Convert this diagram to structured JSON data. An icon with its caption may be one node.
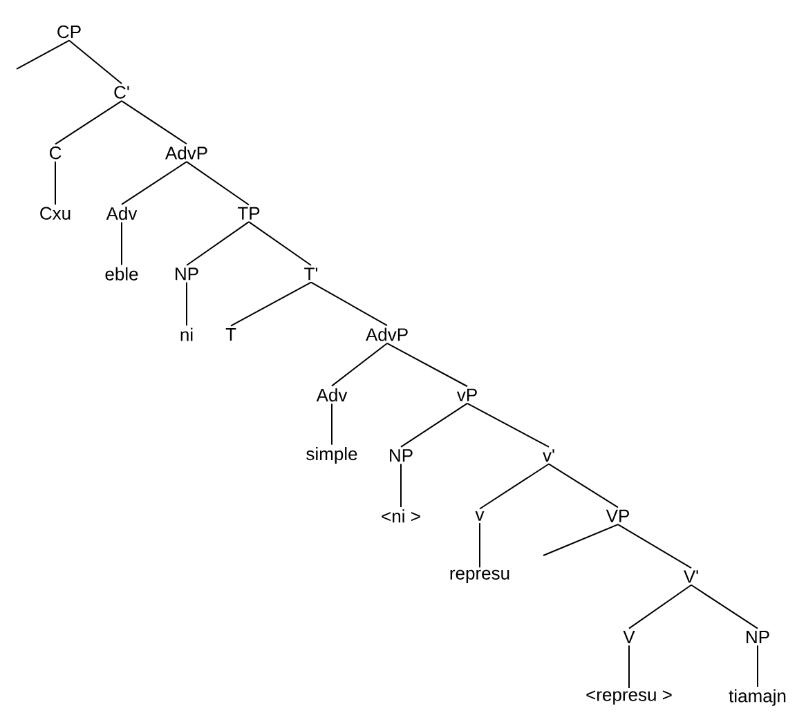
{
  "diagram": {
    "nodes": [
      {
        "text": [
          "CP"
        ]
      },
      {
        "text": [
          "C'"
        ]
      },
      {
        "text": [
          "C"
        ]
      },
      {
        "text": [
          "AdvP"
        ]
      },
      {
        "text": [
          "Cxu"
        ]
      },
      {
        "text": [
          "Adv"
        ]
      },
      {
        "text": [
          "TP"
        ]
      },
      {
        "text": [
          "eble"
        ]
      },
      {
        "text": [
          "NP"
        ]
      },
      {
        "text": [
          "T'"
        ]
      },
      {
        "text": [
          "ni"
        ]
      },
      {
        "text": [
          "T"
        ]
      },
      {
        "text": [
          "AdvP"
        ]
      },
      {
        "text": [
          "Adv"
        ]
      },
      {
        "text": [
          "vP"
        ]
      },
      {
        "text": [
          "simple"
        ]
      },
      {
        "text": [
          "NP"
        ]
      },
      {
        "text": [
          "v'"
        ]
      },
      {
        "text": [
          "<ni >"
        ]
      },
      {
        "text": [
          "v"
        ]
      },
      {
        "text": [
          "VP"
        ]
      },
      {
        "text": [
          "represu"
        ]
      },
      {
        "text": [
          "V'"
        ]
      },
      {
        "text": [
          "V"
        ]
      },
      {
        "text": [
          "NP"
        ]
      },
      {
        "text": [
          "<represu >"
        ]
      },
      {
        "text": [
          "tiamajn"
        ]
      }
    ],
    "edges": [
      {
        "from": 0,
        "to": null,
        "arrow": "none"
      },
      {
        "from": 0,
        "to": 1,
        "arrow": "none"
      },
      {
        "from": 1,
        "to": 2,
        "arrow": "none"
      },
      {
        "from": 1,
        "to": 3,
        "arrow": "none"
      },
      {
        "from": 2,
        "to": 4,
        "arrow": "none"
      },
      {
        "from": 3,
        "to": 5,
        "arrow": "none"
      },
      {
        "from": 3,
        "to": 6,
        "arrow": "none"
      },
      {
        "from": 5,
        "to": 7,
        "arrow": "none"
      },
      {
        "from": 6,
        "to": 8,
        "arrow": "none"
      },
      {
        "from": 6,
        "to": 9,
        "arrow": "none"
      },
      {
        "from": 8,
        "to": 10,
        "arrow": "none"
      },
      {
        "from": 9,
        "to": 11,
        "arrow": "none"
      },
      {
        "from": 9,
        "to": 12,
        "arrow": "none"
      },
      {
        "from": 12,
        "to": 13,
        "arrow": "none"
      },
      {
        "from": 12,
        "to": 14,
        "arrow": "none"
      },
      {
        "from": 13,
        "to": 15,
        "arrow": "none"
      },
      {
        "from": 14,
        "to": 16,
        "arrow": "none"
      },
      {
        "from": 14,
        "to": 17,
        "arrow": "none"
      },
      {
        "from": 16,
        "to": 18,
        "arrow": "none"
      },
      {
        "from": 17,
        "to": 19,
        "arrow": "none"
      },
      {
        "from": 17,
        "to": 20,
        "arrow": "none"
      },
      {
        "from": 19,
        "to": 21,
        "arrow": "none"
      },
      {
        "from": 20,
        "to": null,
        "arrow": "none"
      },
      {
        "from": 20,
        "to": 22,
        "arrow": "none"
      },
      {
        "from": 22,
        "to": 23,
        "arrow": "none"
      },
      {
        "from": 22,
        "to": 24,
        "arrow": "none"
      },
      {
        "from": 23,
        "to": 25,
        "arrow": "none"
      },
      {
        "from": 24,
        "to": 26,
        "arrow": "none"
      }
    ]
  }
}
